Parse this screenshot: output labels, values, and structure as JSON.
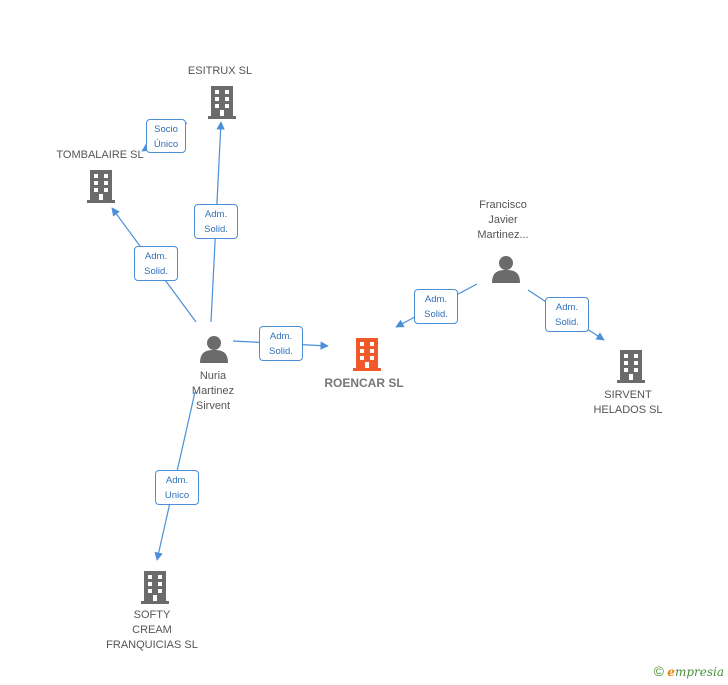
{
  "nodes": {
    "esitrux": {
      "label": "ESITRUX  SL",
      "type": "company"
    },
    "tombalaire": {
      "label": "TOMBALAIRE SL",
      "type": "company"
    },
    "francisco": {
      "label": "Francisco\nJavier\nMartinez...",
      "type": "person"
    },
    "nuria": {
      "label": "Nuria\nMartinez\nSirvent",
      "type": "person"
    },
    "roencar": {
      "label": "ROENCAR SL",
      "type": "company-main"
    },
    "sirvent": {
      "label": "SIRVENT\nHELADOS SL",
      "type": "company"
    },
    "softy": {
      "label": "SOFTY\nCREAM\nFRANQUICIAS SL",
      "type": "company"
    }
  },
  "edges": [
    {
      "id": "esitrux-tombalaire",
      "label": "Socio\nÚnico"
    },
    {
      "id": "nuria-esitrux",
      "label": "Adm.\nSolid."
    },
    {
      "id": "nuria-tombalaire",
      "label": "Adm.\nSolid."
    },
    {
      "id": "nuria-roencar",
      "label": "Adm.\nSolid."
    },
    {
      "id": "francisco-roencar",
      "label": "Adm.\nSolid."
    },
    {
      "id": "francisco-sirvent",
      "label": "Adm.\nSolid."
    },
    {
      "id": "nuria-softy",
      "label": "Adm.\nUnico"
    }
  ],
  "colors": {
    "edge": "#4a8fd8",
    "company": "#6b6b6b",
    "main_company": "#f05a28",
    "person": "#6b6b6b"
  },
  "footer": {
    "copyright": "©",
    "brand_first": "e",
    "brand_rest": "mpresia"
  }
}
